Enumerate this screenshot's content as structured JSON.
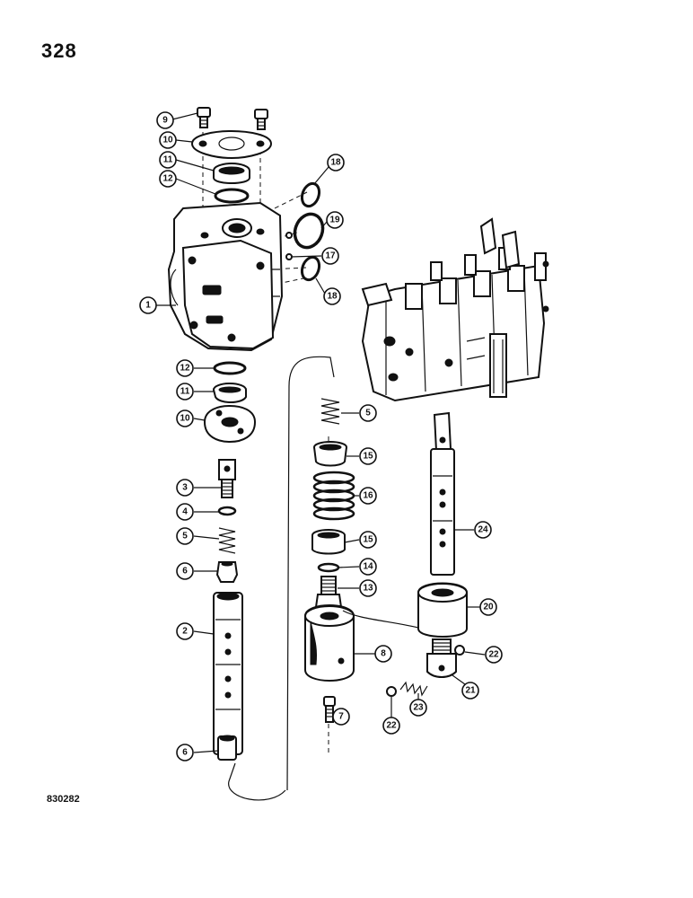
{
  "page": {
    "number": "328",
    "figure_id": "830282"
  },
  "callouts": {
    "c1": "1",
    "c2": "2",
    "c3": "3",
    "c4": "4",
    "c5a": "5",
    "c5b": "5",
    "c6a": "6",
    "c6b": "6",
    "c7": "7",
    "c8": "8",
    "c9": "9",
    "c10a": "10",
    "c10b": "10",
    "c11a": "11",
    "c11b": "11",
    "c12a": "12",
    "c12b": "12",
    "c13": "13",
    "c14": "14",
    "c15a": "15",
    "c15b": "15",
    "c16": "16",
    "c17": "17",
    "c18a": "18",
    "c18b": "18",
    "c19": "19",
    "c20": "20",
    "c21": "21",
    "c22a": "22",
    "c22b": "22",
    "c23": "23",
    "c24": "24"
  }
}
